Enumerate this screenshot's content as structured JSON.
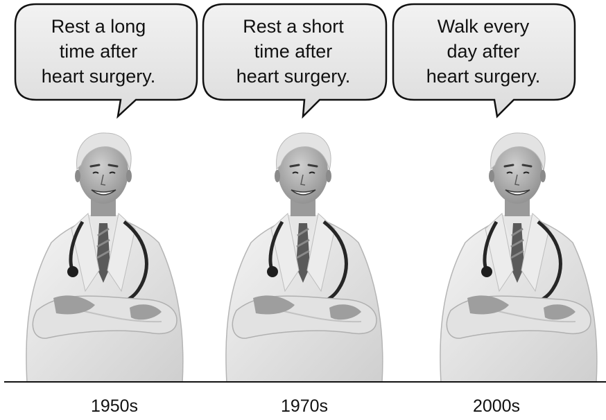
{
  "panels": [
    {
      "era": "1950s",
      "advice": "Rest a long\ntime after\nheart surgery."
    },
    {
      "era": "1970s",
      "advice": "Rest a short\ntime after\nheart surgery."
    },
    {
      "era": "2000s",
      "advice": "Walk every\nday after\nheart surgery."
    }
  ],
  "figure": {
    "icon": "doctor-with-stethoscope-icon",
    "bubble_icon": "speech-bubble-icon"
  }
}
